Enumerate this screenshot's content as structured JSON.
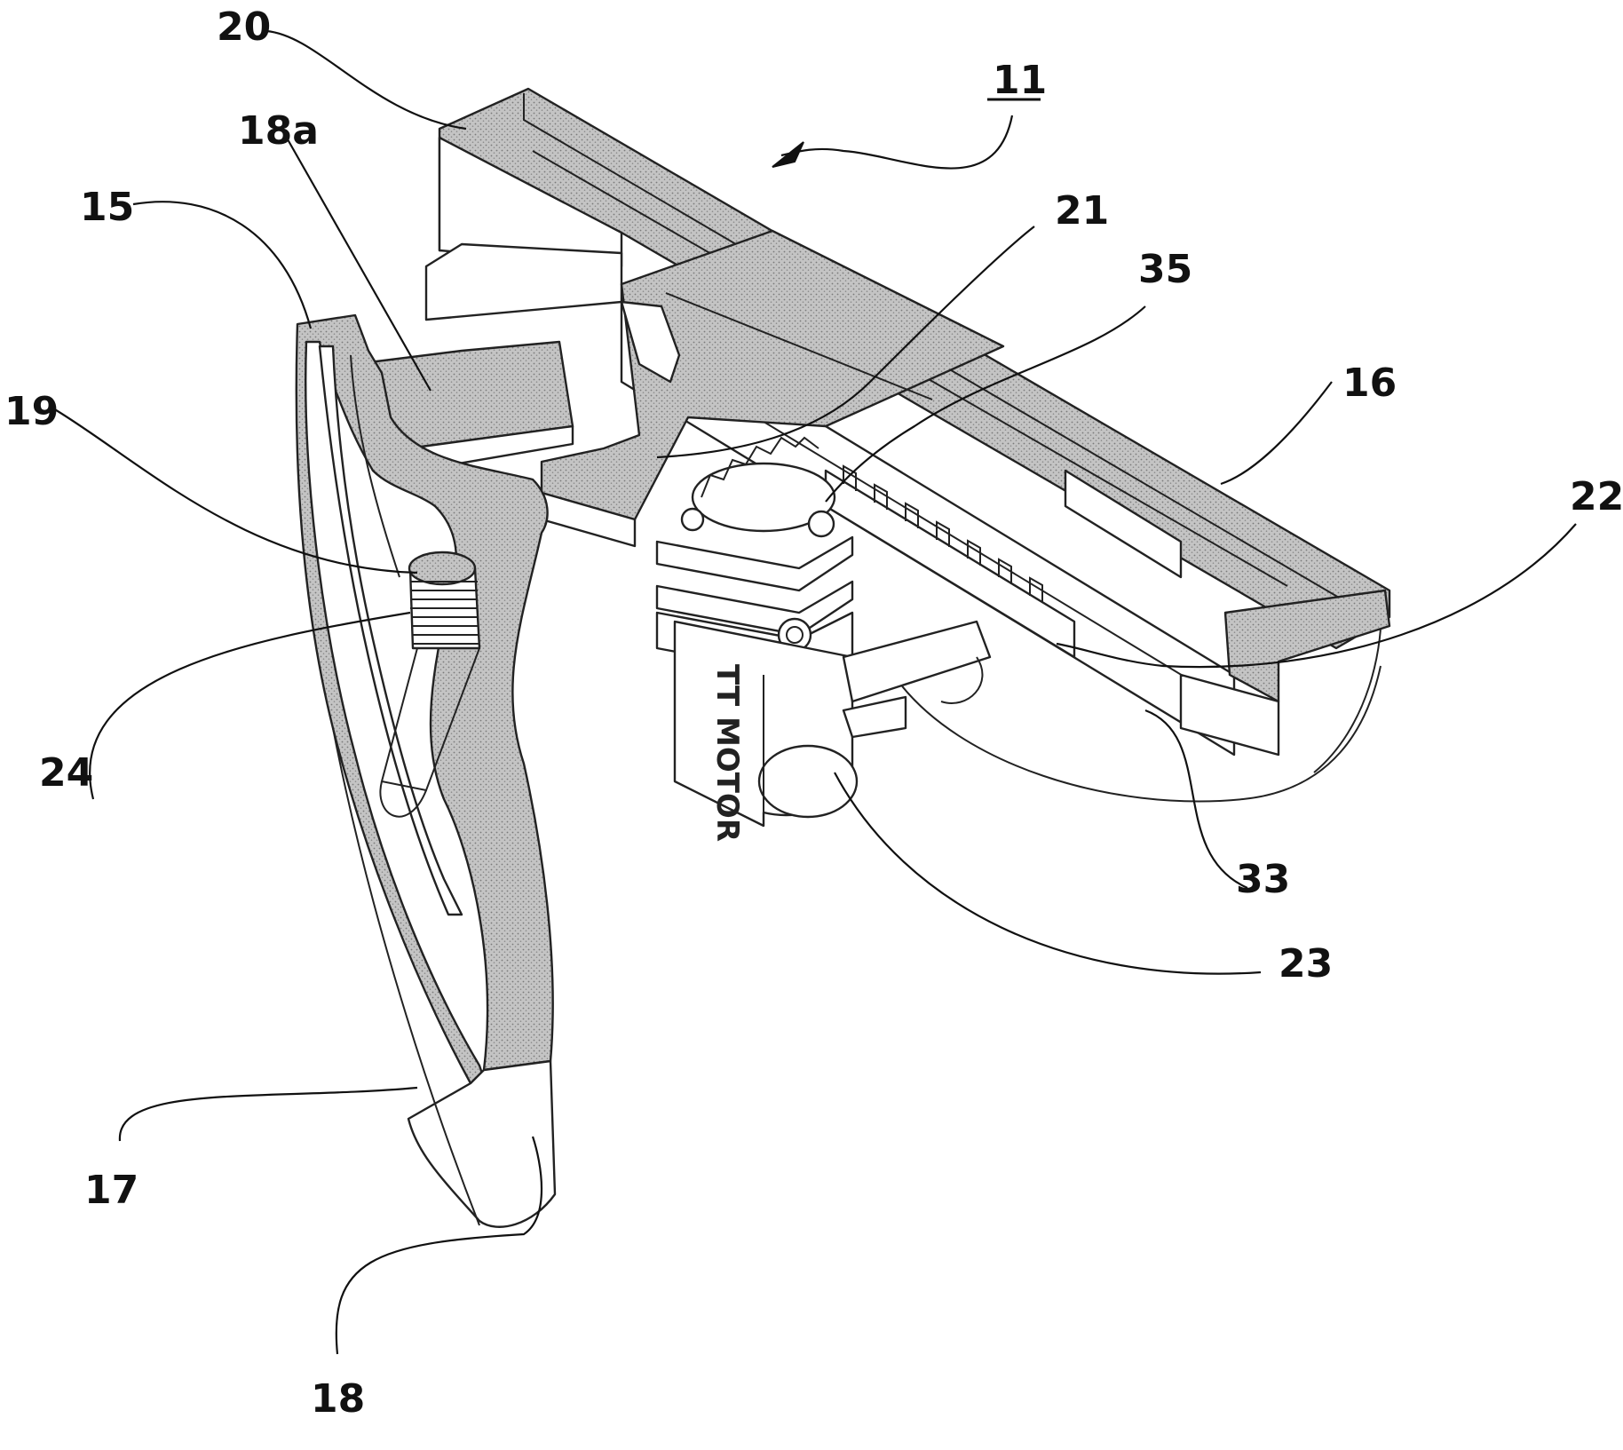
{
  "figure": {
    "colors": {
      "line": "#222222",
      "stipple": "#bdbdbd",
      "background": "#ffffff"
    },
    "motor_marking": "TT MOTOR",
    "reference_numerals": [
      {
        "id": "11",
        "text": "11",
        "underlined": true
      },
      {
        "id": "15",
        "text": "15"
      },
      {
        "id": "16",
        "text": "16"
      },
      {
        "id": "17",
        "text": "17"
      },
      {
        "id": "18",
        "text": "18"
      },
      {
        "id": "18a",
        "text": "18a"
      },
      {
        "id": "19",
        "text": "19"
      },
      {
        "id": "20",
        "text": "20"
      },
      {
        "id": "21",
        "text": "21"
      },
      {
        "id": "22",
        "text": "22"
      },
      {
        "id": "23",
        "text": "23"
      },
      {
        "id": "24",
        "text": "24"
      },
      {
        "id": "33",
        "text": "33"
      },
      {
        "id": "35",
        "text": "35"
      }
    ]
  }
}
